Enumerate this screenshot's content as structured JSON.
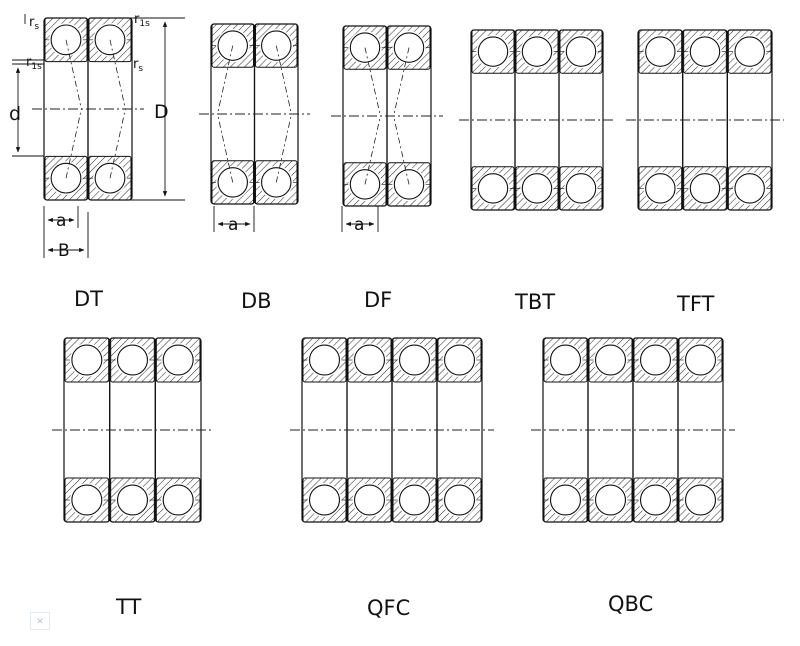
{
  "arrangements": [
    {
      "label": "DT",
      "rows": 2,
      "contact": "tandem"
    },
    {
      "label": "DB",
      "rows": 2,
      "contact": "back-to-back"
    },
    {
      "label": "DF",
      "rows": 2,
      "contact": "face-to-face"
    },
    {
      "label": "TBT",
      "rows": 3,
      "contact": "tandem-back"
    },
    {
      "label": "TFT",
      "rows": 3,
      "contact": "tandem-face"
    },
    {
      "label": "TT",
      "rows": 3,
      "contact": "tandem"
    },
    {
      "label": "QFC",
      "rows": 4,
      "contact": "face-tandem"
    },
    {
      "label": "QBC",
      "rows": 4,
      "contact": "back-tandem"
    }
  ],
  "dimensions": {
    "rs": "r",
    "rs_sub": "s",
    "r1s": "r",
    "r1s_sub": "1s",
    "bore": "d",
    "outer": "D",
    "contact_offset": "a",
    "width": "B"
  },
  "colors": {
    "line": "#111111",
    "hatch": "#333333",
    "center_line": "#222222"
  },
  "watermark_icon": "broken-image-icon"
}
